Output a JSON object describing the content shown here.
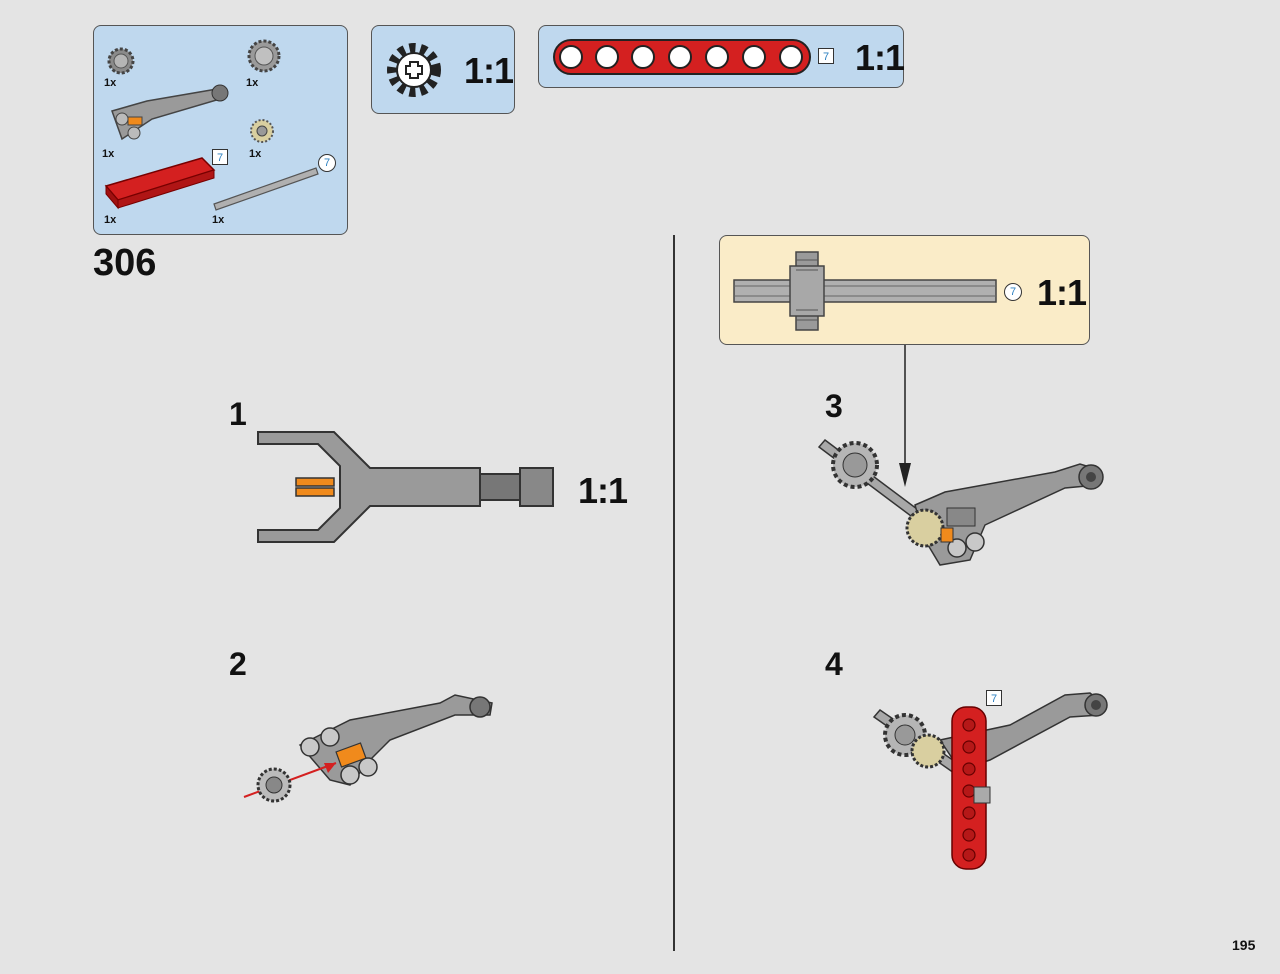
{
  "page_number": "195",
  "main_step": "306",
  "parts_list": {
    "items": [
      {
        "name": "gear-12-tooth",
        "qty": "1x"
      },
      {
        "name": "gear-16-tooth",
        "qty": "1x"
      },
      {
        "name": "wishbone-arm",
        "qty": "1x"
      },
      {
        "name": "bevel-gear-small",
        "qty": "1x"
      },
      {
        "name": "beam-7",
        "qty": "1x",
        "badge": "7"
      },
      {
        "name": "axle-7",
        "qty": "1x",
        "badge": "7"
      }
    ]
  },
  "callouts": {
    "gear_scale": "1:1",
    "beam_scale": "1:1",
    "beam_badge": "7",
    "axle_scale": "1:1",
    "axle_badge": "7"
  },
  "steps": [
    {
      "number": "1",
      "scale": "1:1"
    },
    {
      "number": "2"
    },
    {
      "number": "3"
    },
    {
      "number": "4",
      "badge": "7"
    }
  ],
  "colors": {
    "background": "#e4e4e4",
    "panel_blue": "#bfd8ee",
    "panel_cream": "#faecc8",
    "brick_red": "#d42020",
    "grey_part": "#9a9a9a",
    "orange_pin": "#f08a1c"
  }
}
